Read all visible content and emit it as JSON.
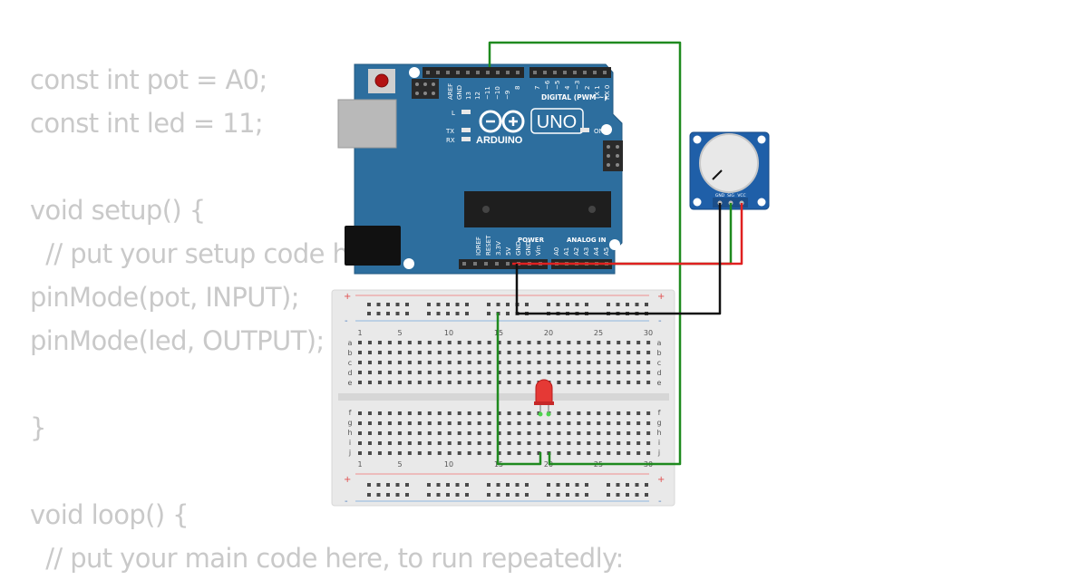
{
  "code_lines": [
    "const int pot = A0;",
    "const int led = 11;",
    "",
    "void setup() {",
    "  // put your setup code here, to run once:",
    "pinMode(pot, INPUT);",
    "pinMode(led, OUTPUT);",
    "",
    "}",
    "",
    "void loop() {",
    "  // put your main code here, to run repeatedly:"
  ],
  "arduino": {
    "brand": "ARDUINO",
    "model": "UNO",
    "digital_header_label": "DIGITAL (PWM ~)",
    "power_label": "POWER",
    "analog_label": "ANALOG IN",
    "on_label": "ON",
    "led_labels": [
      "L",
      "TX",
      "RX"
    ],
    "top_pin_labels": [
      "AREF",
      "GND",
      "13",
      "12",
      "~11",
      "~10",
      "~9",
      "8",
      "7",
      "~6",
      "~5",
      "4",
      "~3",
      "2",
      "TX 1",
      "RX 0"
    ],
    "bottom_pin_labels": [
      "IOREF",
      "RESET",
      "3.3V",
      "5V",
      "GND",
      "GND",
      "Vin",
      "A0",
      "A1",
      "A2",
      "A3",
      "A4",
      "A5"
    ]
  },
  "potentiometer": {
    "pin_labels": [
      "GND",
      "SIG",
      "VCC"
    ]
  },
  "breadboard": {
    "column_numbers": [
      "1",
      "5",
      "10",
      "15",
      "20",
      "25",
      "30"
    ],
    "row_letters_top": [
      "a",
      "b",
      "c",
      "d",
      "e"
    ],
    "row_letters_bottom": [
      "f",
      "g",
      "h",
      "i",
      "j"
    ],
    "rail_plus": "+",
    "rail_minus": "-"
  },
  "colors": {
    "board_blue": "#2d6e9e",
    "wire_green": "#1f8a1f",
    "wire_red": "#e02020",
    "wire_black": "#111111",
    "led_red": "#e53935",
    "code_text": "#c9c9c9"
  }
}
